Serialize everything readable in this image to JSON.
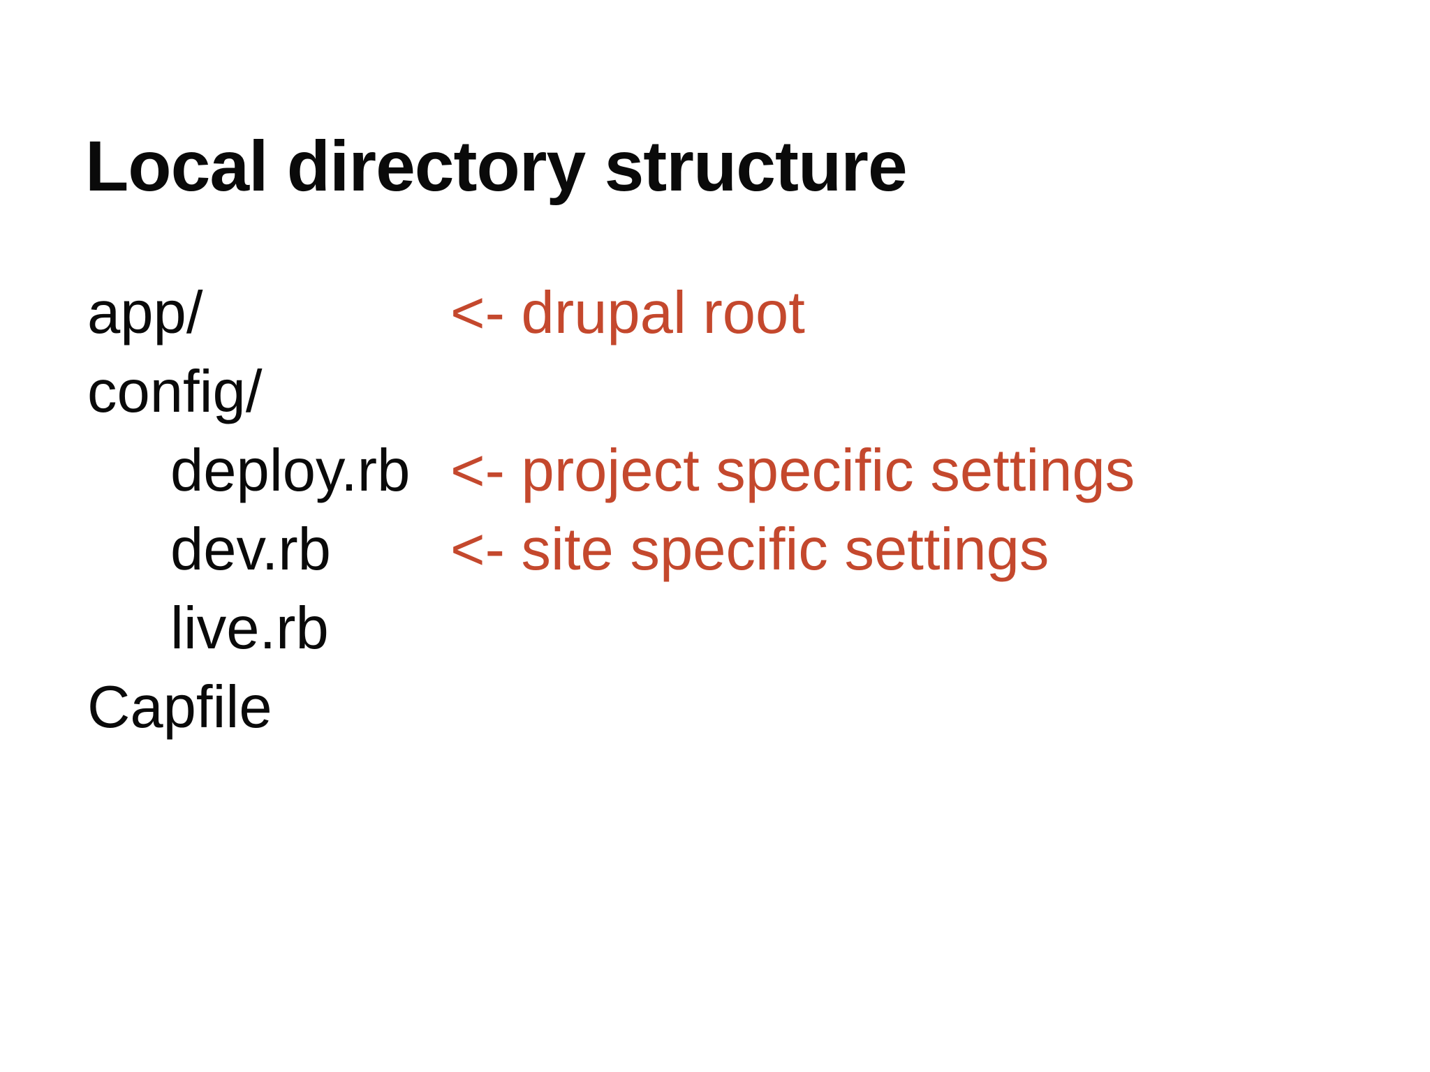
{
  "slide": {
    "title": "Local directory structure",
    "text_color": "#0a0a0a",
    "accent_color": "#c4482d",
    "background_color": "#ffffff",
    "rows": [
      {
        "name": "app/",
        "indent": 0,
        "annotation": "<- drupal root"
      },
      {
        "name": "config/",
        "indent": 0,
        "annotation": ""
      },
      {
        "name": "deploy.rb",
        "indent": 1,
        "annotation": "<- project specific settings"
      },
      {
        "name": "dev.rb",
        "indent": 1,
        "annotation": "<- site specific settings"
      },
      {
        "name": "live.rb",
        "indent": 1,
        "annotation": ""
      },
      {
        "name": "Capfile",
        "indent": 0,
        "annotation": ""
      }
    ]
  }
}
